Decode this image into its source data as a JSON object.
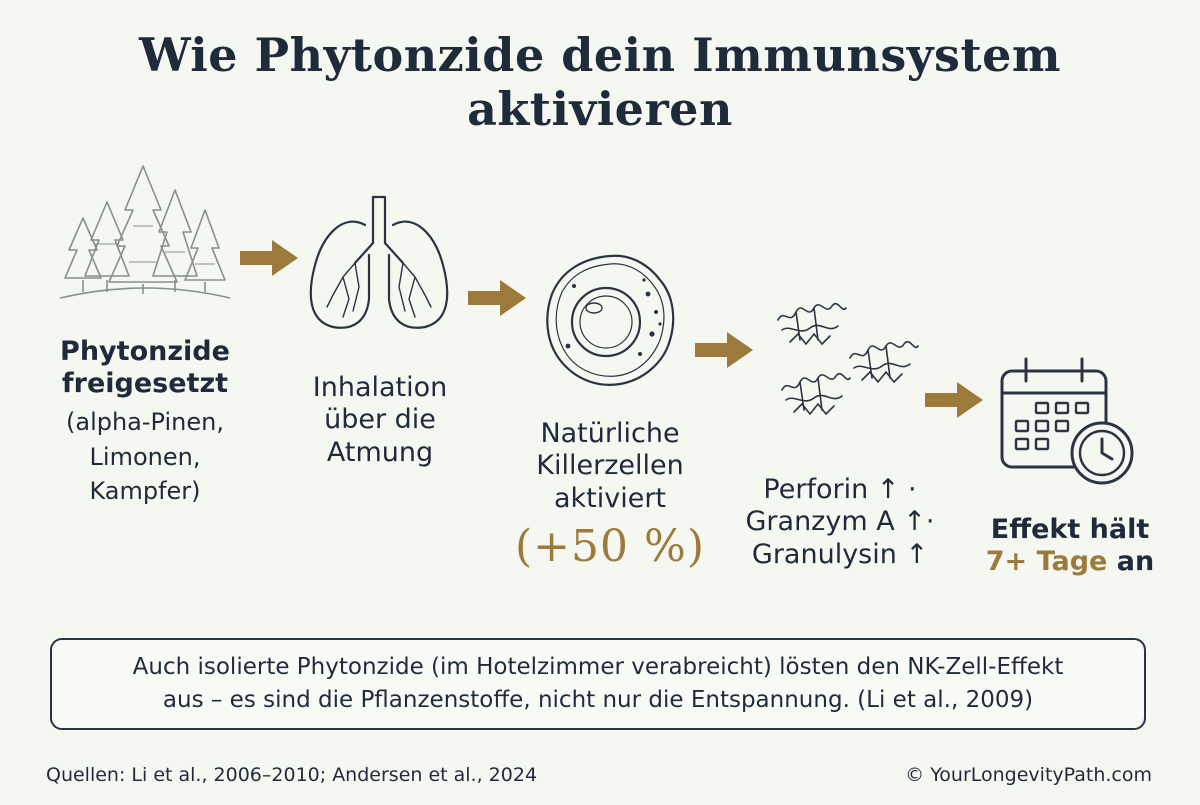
{
  "title": "Wie Phytonzide dein Immunsystem aktivieren",
  "steps": [
    {
      "icon": "forest-icon",
      "title_lines": [
        "Phytonzide",
        "freigesetzt"
      ],
      "sub_lines": [
        "(alpha-Pinen,",
        "Limonen,",
        "Kampfer)"
      ]
    },
    {
      "icon": "lungs-icon",
      "title_lines": [
        "Inhalation",
        "über die",
        "Atmung"
      ]
    },
    {
      "icon": "cell-icon",
      "title_lines": [
        "Natürliche",
        "Killerzellen",
        "aktiviert"
      ],
      "highlight": "(+50 %)"
    },
    {
      "icon": "protein-icon",
      "title_lines": [
        "Perforin ↑ ·",
        "Granzym A ↑·",
        "Granulysin ↑"
      ]
    },
    {
      "icon": "calendar-clock-icon",
      "title_line1": "Effekt hält",
      "title_line2_highlight": "7+ Tage",
      "title_line2_rest": " an"
    }
  ],
  "note": {
    "line1": "Auch isolierte Phytonzide (im Hotelzimmer verabreicht) lösten den NK-Zell-Effekt",
    "line2": "aus – es sind die Pflanzenstoffe, nicht nur die Entspannung. (Li et al., 2009)"
  },
  "footer": {
    "sources": "Quellen: Li et al., 2006–2010; Andersen et al., 2024",
    "copyright": "© YourLongevityPath.com"
  },
  "colors": {
    "text": "#1f2a3a",
    "accent": "#9c7a3c",
    "background": "#f5f7f1"
  }
}
